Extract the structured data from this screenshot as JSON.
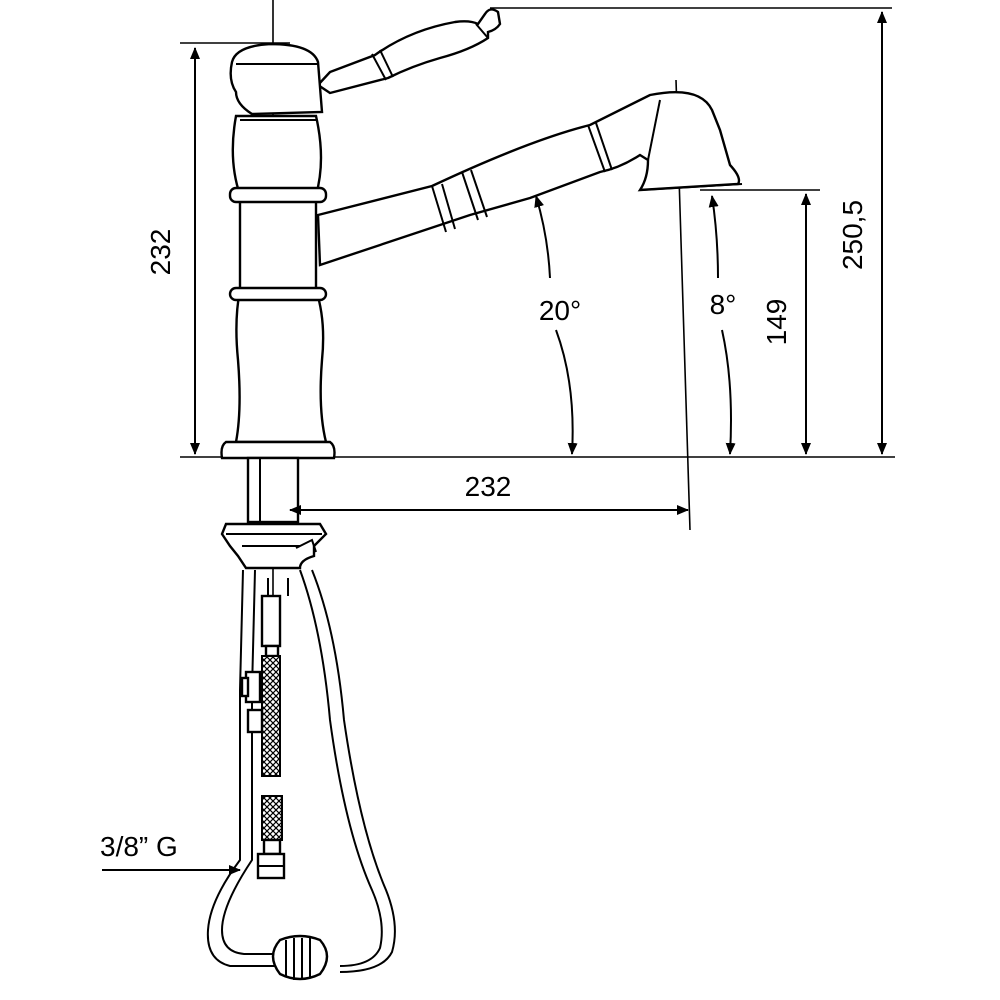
{
  "diagram": {
    "dimensions": {
      "base_height": "232",
      "total_height": "250,5",
      "outlet_height": "149",
      "spout_reach": "232",
      "spout_angle": "20°",
      "outlet_angle": "8°",
      "connection_thread": "3/8” G"
    },
    "colors": {
      "line": "#000000",
      "background": "#ffffff"
    }
  }
}
